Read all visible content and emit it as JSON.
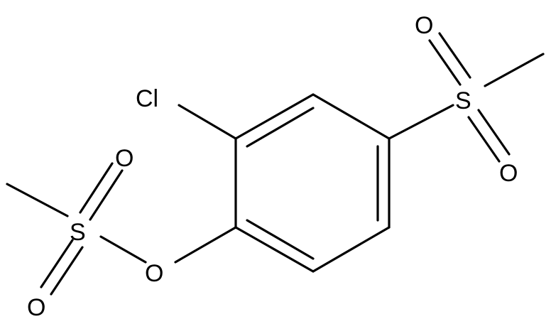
{
  "molecule": {
    "atoms": {
      "cl": "Cl",
      "o_ester": "O",
      "s_mesyl": "S",
      "o_mesyl_top": "O",
      "o_mesyl_bottom": "O",
      "s_sulfonyl": "S",
      "o_sulfonyl_top": "O",
      "o_sulfonyl_bottom": "O"
    }
  }
}
